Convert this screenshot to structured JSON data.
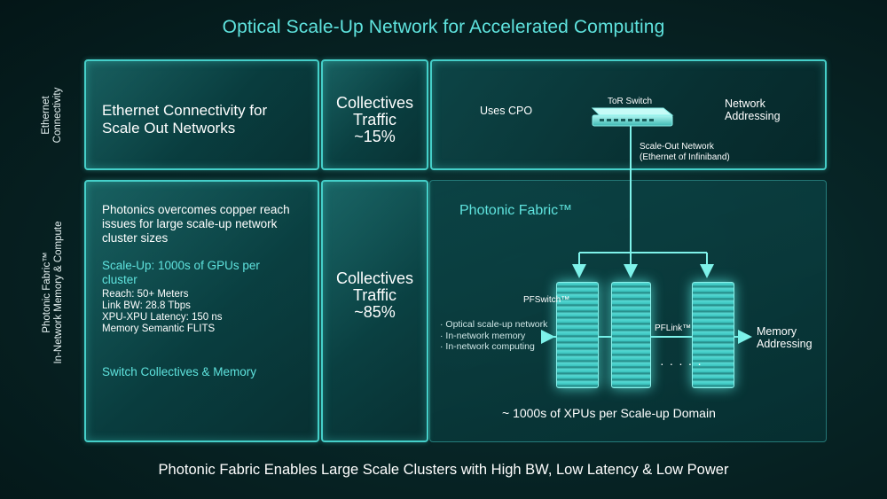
{
  "title": "Optical Scale-Up Network for Accelerated Computing",
  "footer": "Photonic Fabric Enables Large Scale Clusters with High BW, Low Latency & Low Power",
  "side_labels": {
    "ethernet": [
      "Ethernet",
      "Connectivity"
    ],
    "photonic": [
      "Photonic Fabric™",
      "In-Network Memory & Compute"
    ]
  },
  "ethernet_row": {
    "description": "Ethernet Connectivity for Scale Out Networks",
    "collectives": [
      "Collectives",
      "Traffic",
      "~15%"
    ],
    "uses_cpo": "Uses CPO",
    "tor_switch": "ToR Switch",
    "network_addressing": [
      "Network",
      "Addressing"
    ],
    "scale_out": [
      "Scale-Out Network",
      "(Ethernet of Infiniband)"
    ]
  },
  "photonic_row": {
    "intro": "Photonics overcomes copper reach issues for large scale-up network cluster sizes",
    "scale_up": "Scale-Up: 1000s of GPUs per cluster",
    "specs": [
      "Reach: 50+ Meters",
      "Link BW: 28.8 Tbps",
      "XPU-XPU Latency:  150 ns",
      "Memory Semantic FLITS"
    ],
    "switch_collectives": "Switch Collectives & Memory",
    "collectives": [
      "Collectives",
      "Traffic",
      "~85%"
    ],
    "fabric_title": "Photonic Fabric™",
    "pfswitch": "PFSwitch™",
    "pflink": "PFLink™",
    "features": [
      "Optical scale-up network",
      "In-network memory",
      "In-network computing"
    ],
    "memory_addressing": [
      "Memory",
      "Addressing"
    ],
    "ellipsis": "· · · · ·",
    "domain": "~ 1000s of XPUs per Scale-up Domain"
  },
  "colors": {
    "accent": "#5fe3de",
    "border": "#45cfc9",
    "background": "#072526"
  }
}
